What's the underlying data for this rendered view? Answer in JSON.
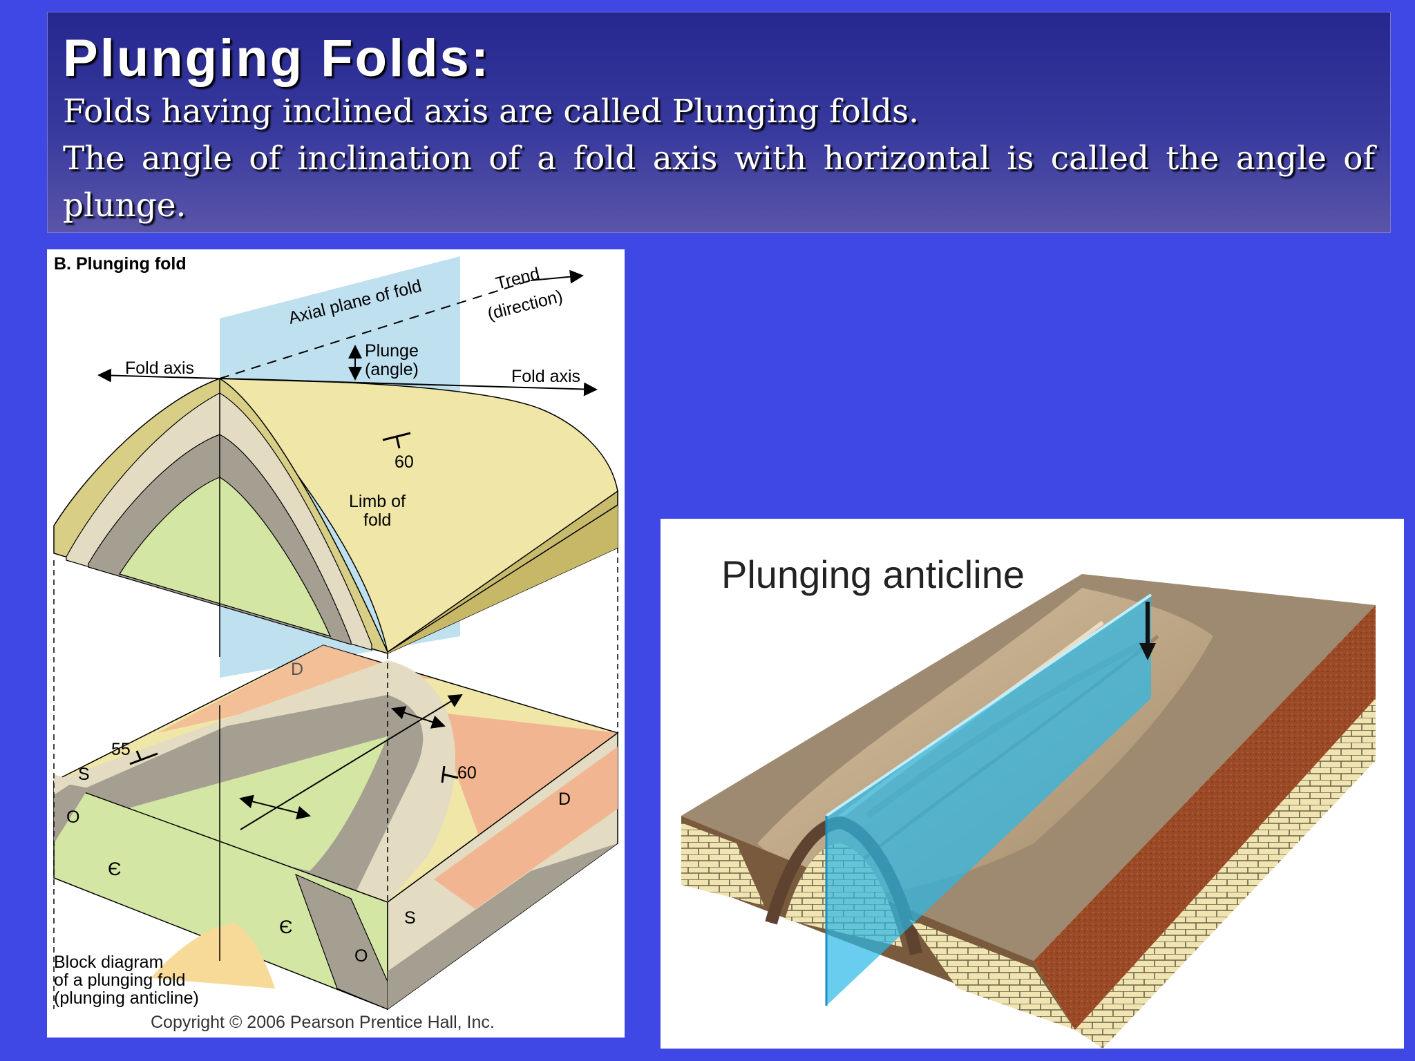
{
  "slide": {
    "title": "Plunging Folds:",
    "line1": "Folds having inclined axis are called Plunging folds.",
    "line2": "The angle of inclination of a fold axis with horizontal is called the angle of",
    "line3": "plunge."
  },
  "left_figure": {
    "panel_title": "B. Plunging fold",
    "axial_plane": "Axial plane of fold",
    "trend": "Trend",
    "trend_sub": "(direction)",
    "plunge": "Plunge",
    "plunge_sub": "(angle)",
    "fold_axis_left": "Fold axis",
    "fold_axis_right": "Fold axis",
    "dip_top": "60",
    "limb_1": "Limb of",
    "limb_2": "fold",
    "unit_d_top": "D",
    "dip_55": "55",
    "unit_s_left": "S",
    "dip_60_lower": "60",
    "unit_o_left": "O",
    "unit_d_right": "D",
    "unit_c_left": "Є",
    "unit_c_front": "Є",
    "unit_s_front": "S",
    "unit_o_front": "O",
    "caption_1": "Block diagram",
    "caption_2": "of a plunging fold",
    "caption_3": "(plunging anticline)",
    "copyright": "Copyright © 2006 Pearson Prentice Hall, Inc."
  },
  "right_figure": {
    "title": "Plunging anticline"
  },
  "colors": {
    "background": "#3f48e4",
    "header_top": "#26278f",
    "header_bottom": "#5a55a8",
    "axial_plane": "#a9d6ea",
    "bed_yellow": "#efe6a8",
    "bed_green": "#d3e6a4",
    "bed_gray": "#a59f92",
    "bed_beige": "#e3dcc3",
    "bed_orange": "#f2b591",
    "plane_blue": "#2ab8e8"
  }
}
